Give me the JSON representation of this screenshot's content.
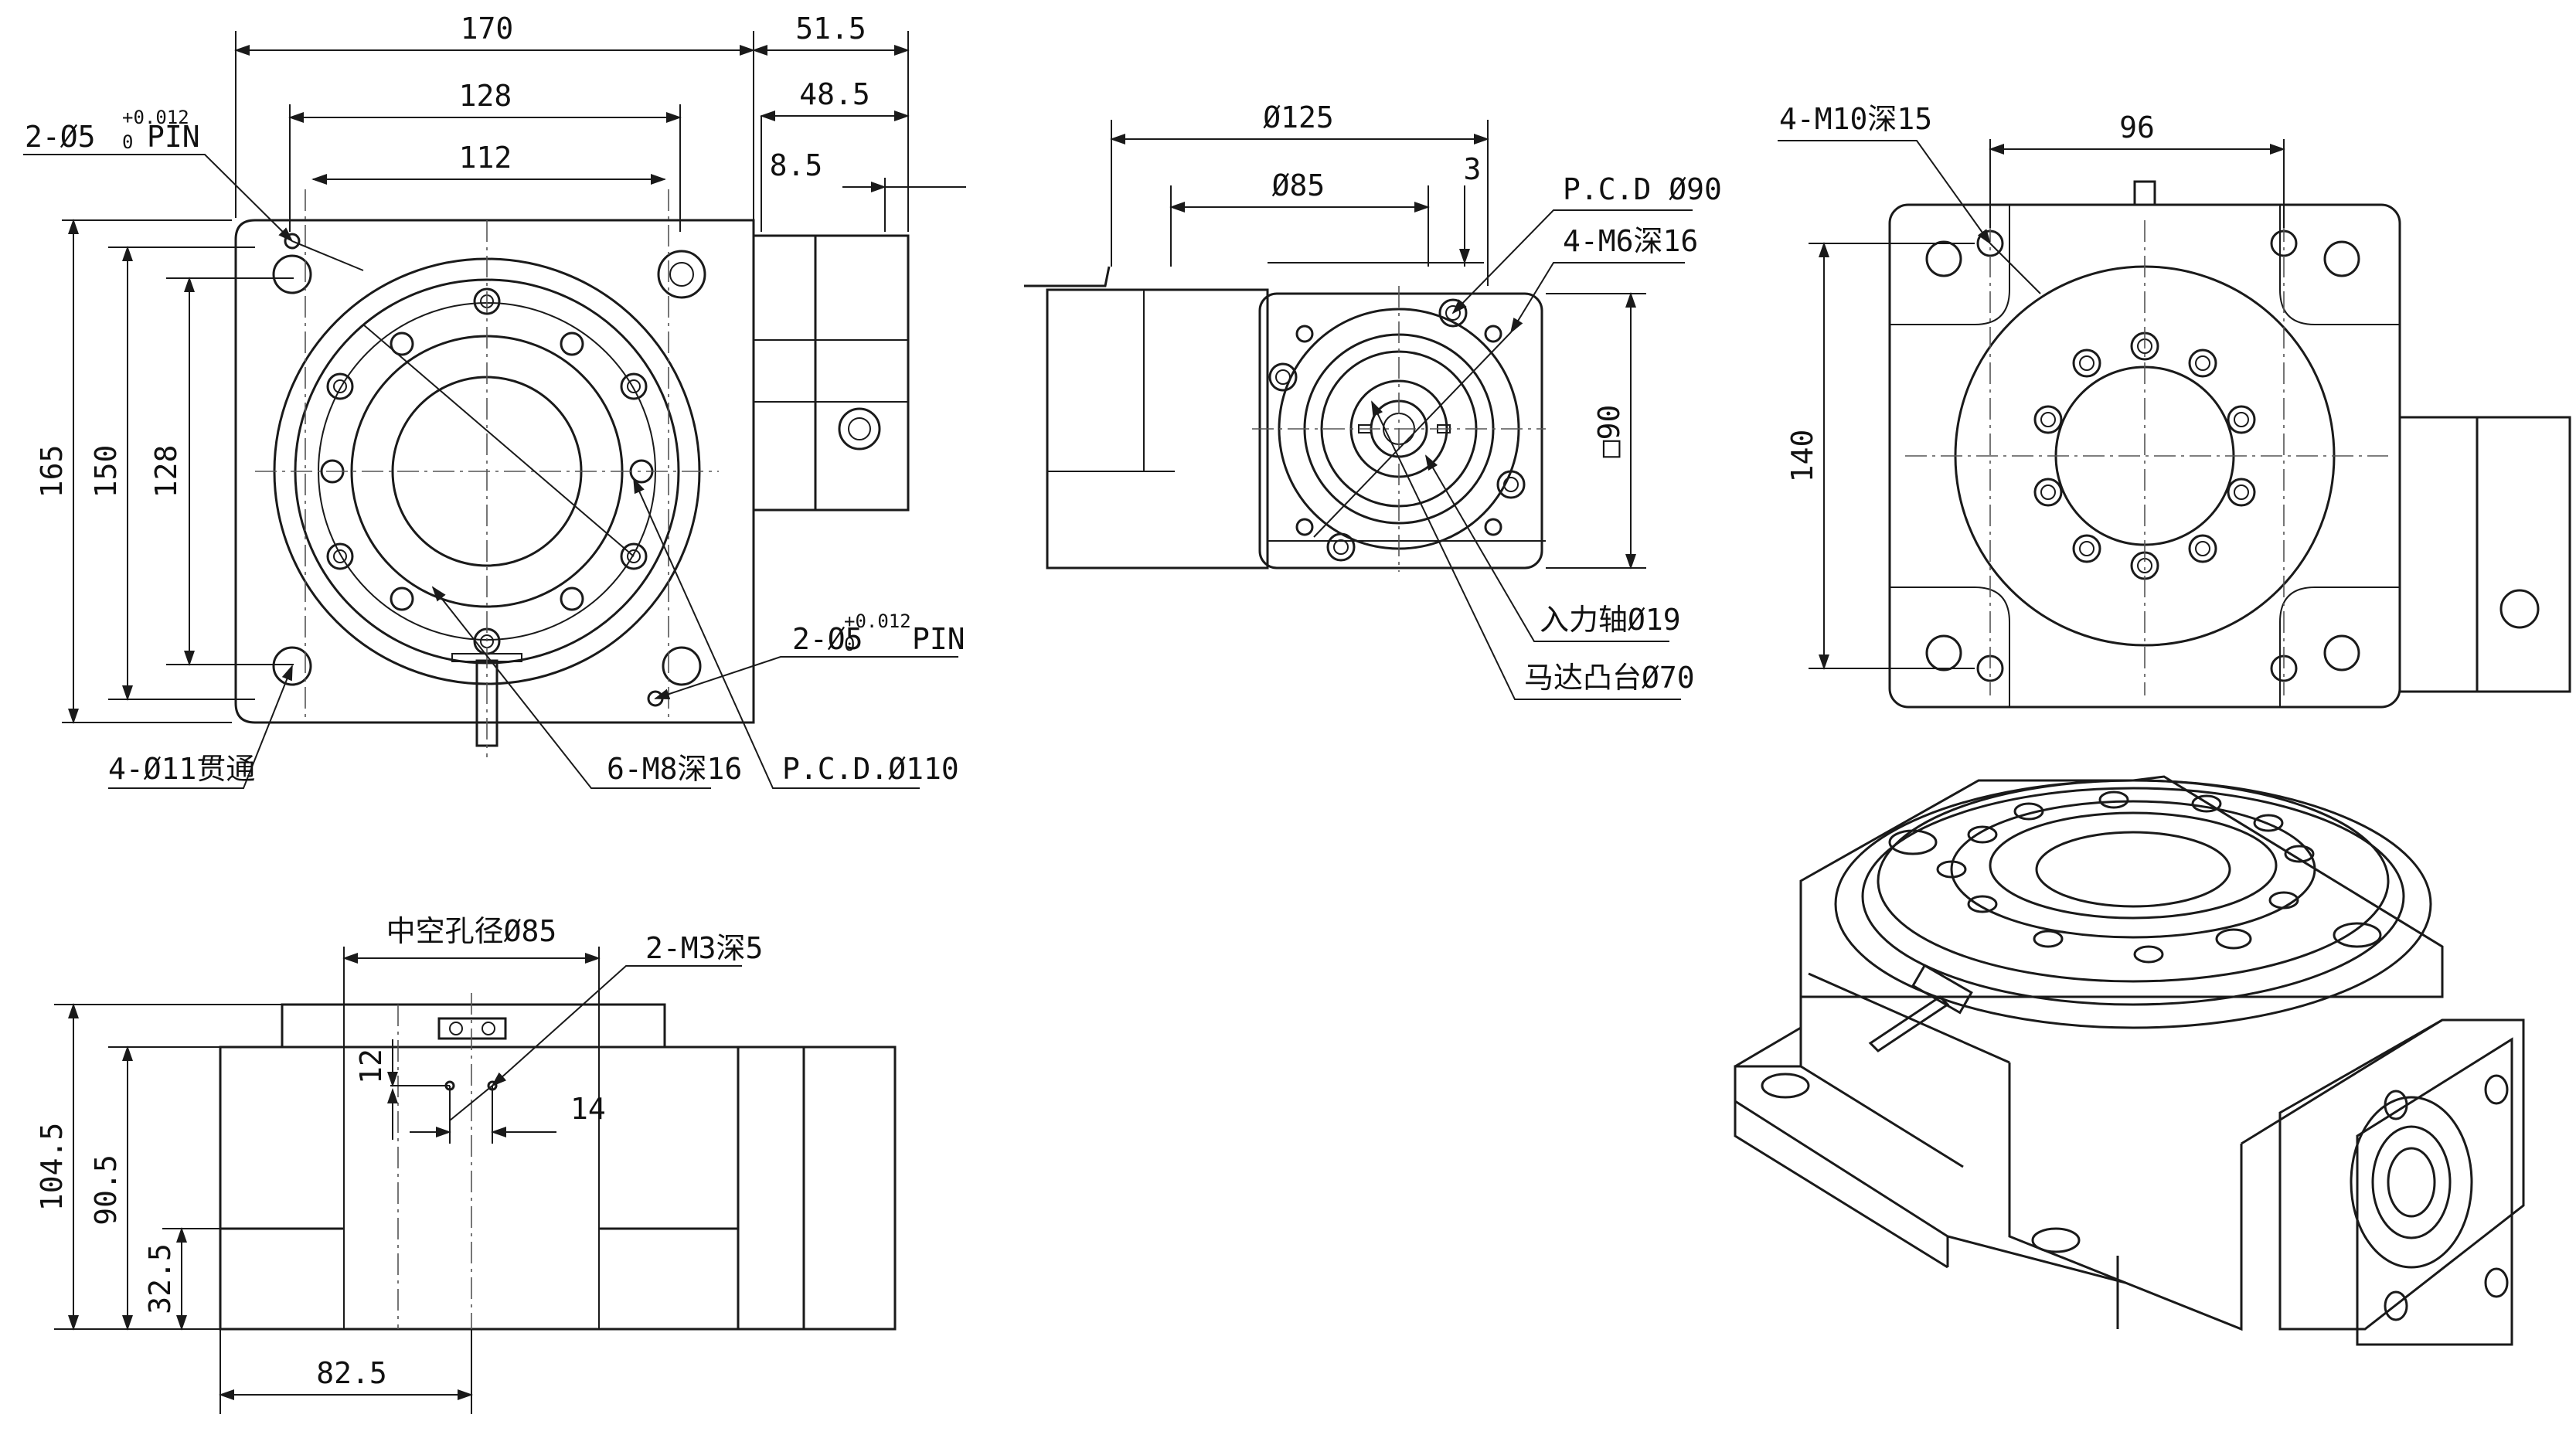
{
  "front_view": {
    "dims": {
      "w170": "170",
      "w128": "128",
      "w112": "112",
      "h165": "165",
      "h150": "150",
      "h128": "128",
      "s515": "51.5",
      "s485": "48.5",
      "s85": "8.5"
    },
    "callouts": {
      "pin_top": "2-Ø5",
      "pin_top_tol": "+0.012",
      "pin_top_tol0": "0",
      "pin_top_suffix": "PIN",
      "pin_bottom": "2-Ø5",
      "pin_bottom_tol": "+0.012",
      "pin_bottom_tol0": "0",
      "pin_bottom_suffix": "PIN",
      "thru": "4-Ø11贯通",
      "m8": "6-M8深16",
      "pcd110": "P.C.D.Ø110"
    }
  },
  "input_view": {
    "dims": {
      "d125": "Ø125",
      "d85": "Ø85",
      "d3": "3",
      "sq90": "□90"
    },
    "callouts": {
      "pcd90": "P.C.D Ø90",
      "m6": "4-M6深16",
      "shaft": "入力轴Ø19",
      "boss": "马达凸台Ø70"
    }
  },
  "back_view": {
    "dims": {
      "w96": "96",
      "h140": "140"
    },
    "callouts": {
      "m10": "4-M10深15"
    }
  },
  "side_view": {
    "dims": {
      "hollow": "中空孔径Ø85",
      "h1045": "104.5",
      "h905": "90.5",
      "h325": "32.5",
      "d12": "12",
      "d14": "14",
      "w825": "82.5"
    },
    "callouts": {
      "m3": "2-M3深5"
    }
  }
}
